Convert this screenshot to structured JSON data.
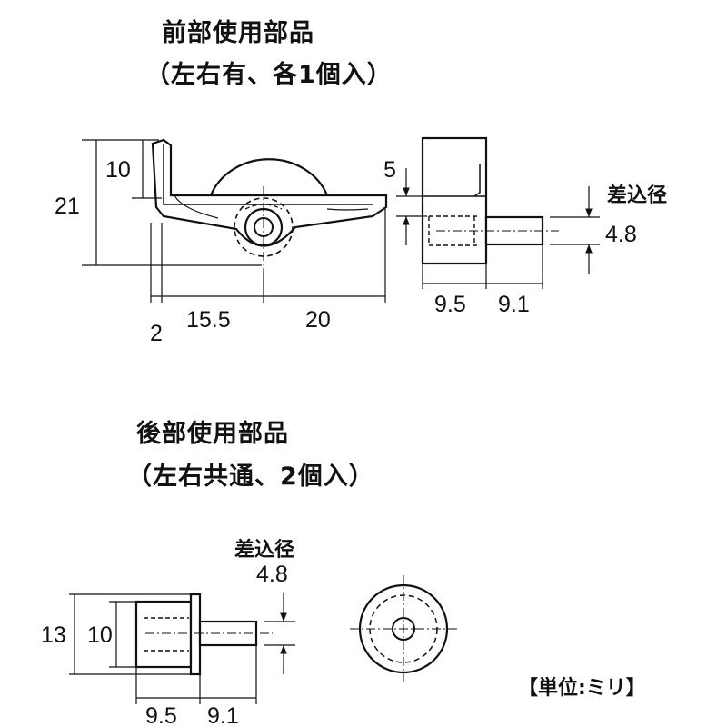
{
  "front": {
    "title": "前部使用部品",
    "subtitle": "（左右有、各1個入）",
    "dims": {
      "h_total": "21",
      "h_top": "10",
      "w_left": "2",
      "w_mid": "15.5",
      "w_right": "20",
      "side_top": "5",
      "side_w1": "9.5",
      "side_w2": "9.1",
      "insert_label": "差込径",
      "insert_value": "4.8"
    }
  },
  "rear": {
    "title": "後部使用部品",
    "subtitle": "（左右共通、2個入）",
    "dims": {
      "h_outer": "13",
      "h_inner": "10",
      "w1": "9.5",
      "w2": "9.1",
      "insert_label": "差込径",
      "insert_value": "4.8"
    }
  },
  "unit_note": "【単位:ミリ】"
}
